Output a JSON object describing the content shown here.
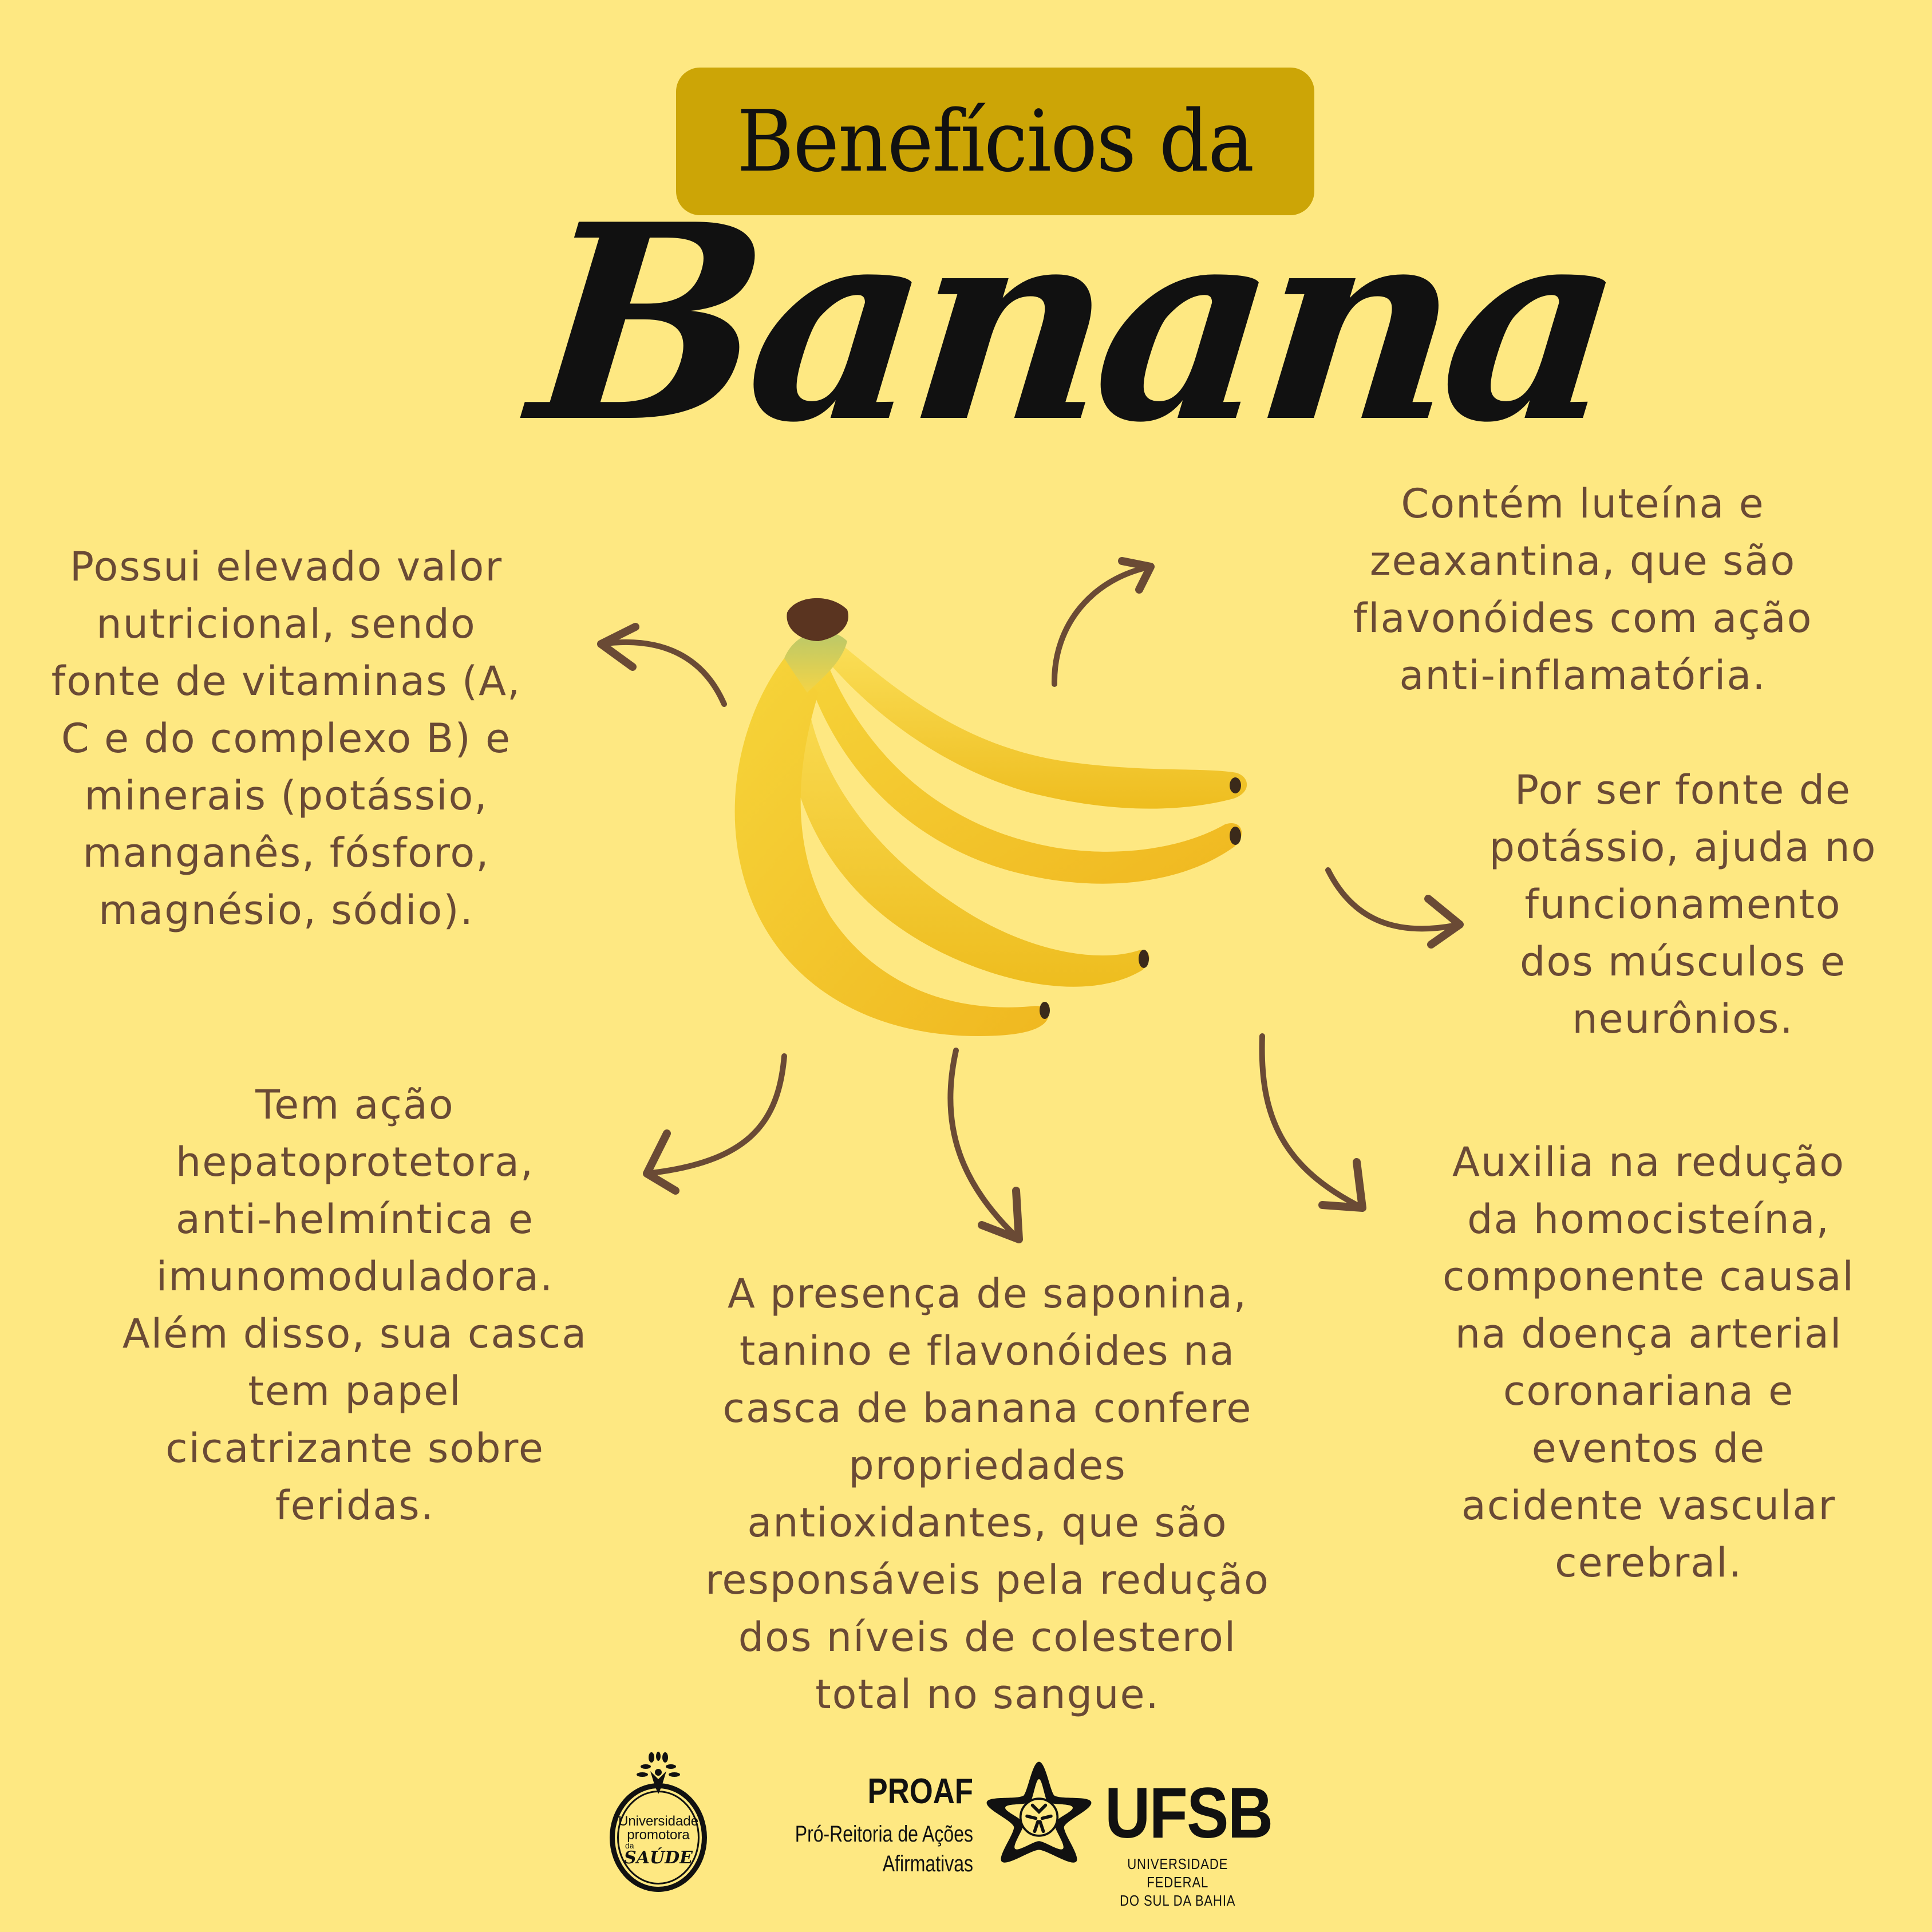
{
  "header": {
    "pill_text": "Benefícios da",
    "script_title": "Banana",
    "pill_color": "#cca506",
    "background_color": "#fee882",
    "text_color": "#6a4a35"
  },
  "benefits": {
    "nutritional": "Possui elevado valor\nnutricional, sendo\nfonte de vitaminas (A,\nC e do complexo B) e\nminerais (potássio,\nmanganês, fósforo,\nmagnésio, sódio).",
    "lutein": "Contém luteína e\nzeaxantina, que são\nflavonóides com ação\nanti-inflamatória.",
    "potassium": "Por ser fonte de\npotássio, ajuda no\nfuncionamento\ndos músculos e\nneurônios.",
    "hepatoprotective": "Tem ação\nhepatoprotetora,\nanti-helmíntica e\nimunomoduladora.\nAlém disso, sua casca\ntem papel\ncicatrizante sobre\nferidas.",
    "saponin": " A presença de saponina,\ntanino e flavonóides na\ncasca de banana confere\npropriedades\nantioxidantes, que são\nresponsáveis pela redução\ndos níveis de colesterol\ntotal no sangue.",
    "homocysteine": "Auxilia na redução\nda homocisteína,\ncomponente causal\nna doença arterial\ncoronariana e\neventos de\nacidente vascular\ncerebral."
  },
  "image": {
    "subject": "banana-bunch"
  },
  "footer": {
    "saude_logo": {
      "line1": "Universidade",
      "line2": "promotora",
      "line3": "da",
      "line4": "SAÚDE"
    },
    "proaf_logo": {
      "acronym": "PROAF",
      "line1": "Pró-Reitoria de Ações",
      "line2": "Afirmativas"
    },
    "ufsb_logo": {
      "acronym": "UFSB",
      "line1": "UNIVERSIDADE FEDERAL",
      "line2": "DO SUL DA BAHIA"
    }
  }
}
